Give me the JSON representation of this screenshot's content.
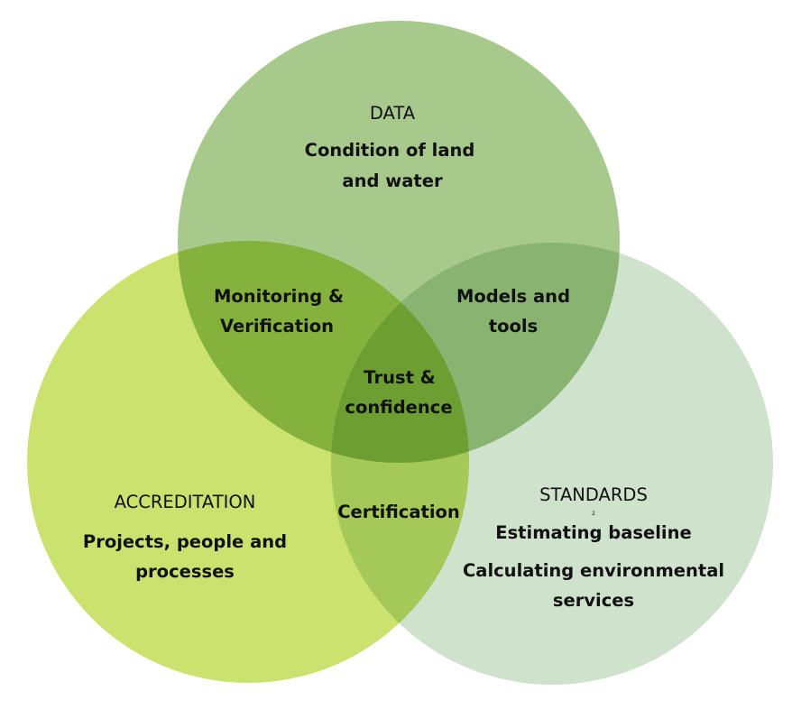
{
  "colors": {
    "data_circle": "#a7c98c",
    "accreditation_circle": "#cbe26e",
    "standards_circle": "#cfe3cc",
    "text": "#111111"
  },
  "sets": {
    "data": {
      "title": "DATA",
      "line1": "Condition of land",
      "line2": "and water"
    },
    "accreditation": {
      "title": "ACCREDITATION",
      "line1": "Projects, people and",
      "line2": "processes"
    },
    "standards": {
      "title": "STANDARDS",
      "mark": "2",
      "line1": "Estimating baseline",
      "line2": "Calculating environmental",
      "line3": "services"
    }
  },
  "intersections": {
    "data_accreditation": {
      "line1": "Monitoring &",
      "line2": "Verification"
    },
    "data_standards": {
      "line1": "Models and",
      "line2": "tools"
    },
    "accreditation_standards": {
      "line1": "Certification"
    },
    "all": {
      "line1": "Trust &",
      "line2": "confidence"
    }
  }
}
